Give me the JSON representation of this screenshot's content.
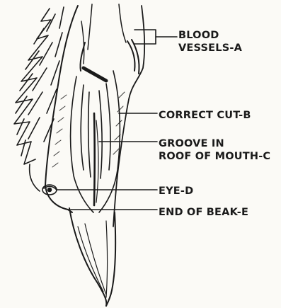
{
  "labels": {
    "a_line1": "BLOOD",
    "a_line2": "VESSELS-A",
    "b": "CORRECT CUT-B",
    "c_line1": "GROOVE IN",
    "c_line2": "ROOF OF MOUTH-C",
    "d": "EYE-D",
    "e": "END OF BEAK-E"
  },
  "colors": {
    "ink": "#1a1a1a",
    "paper": "#fbfaf6"
  }
}
